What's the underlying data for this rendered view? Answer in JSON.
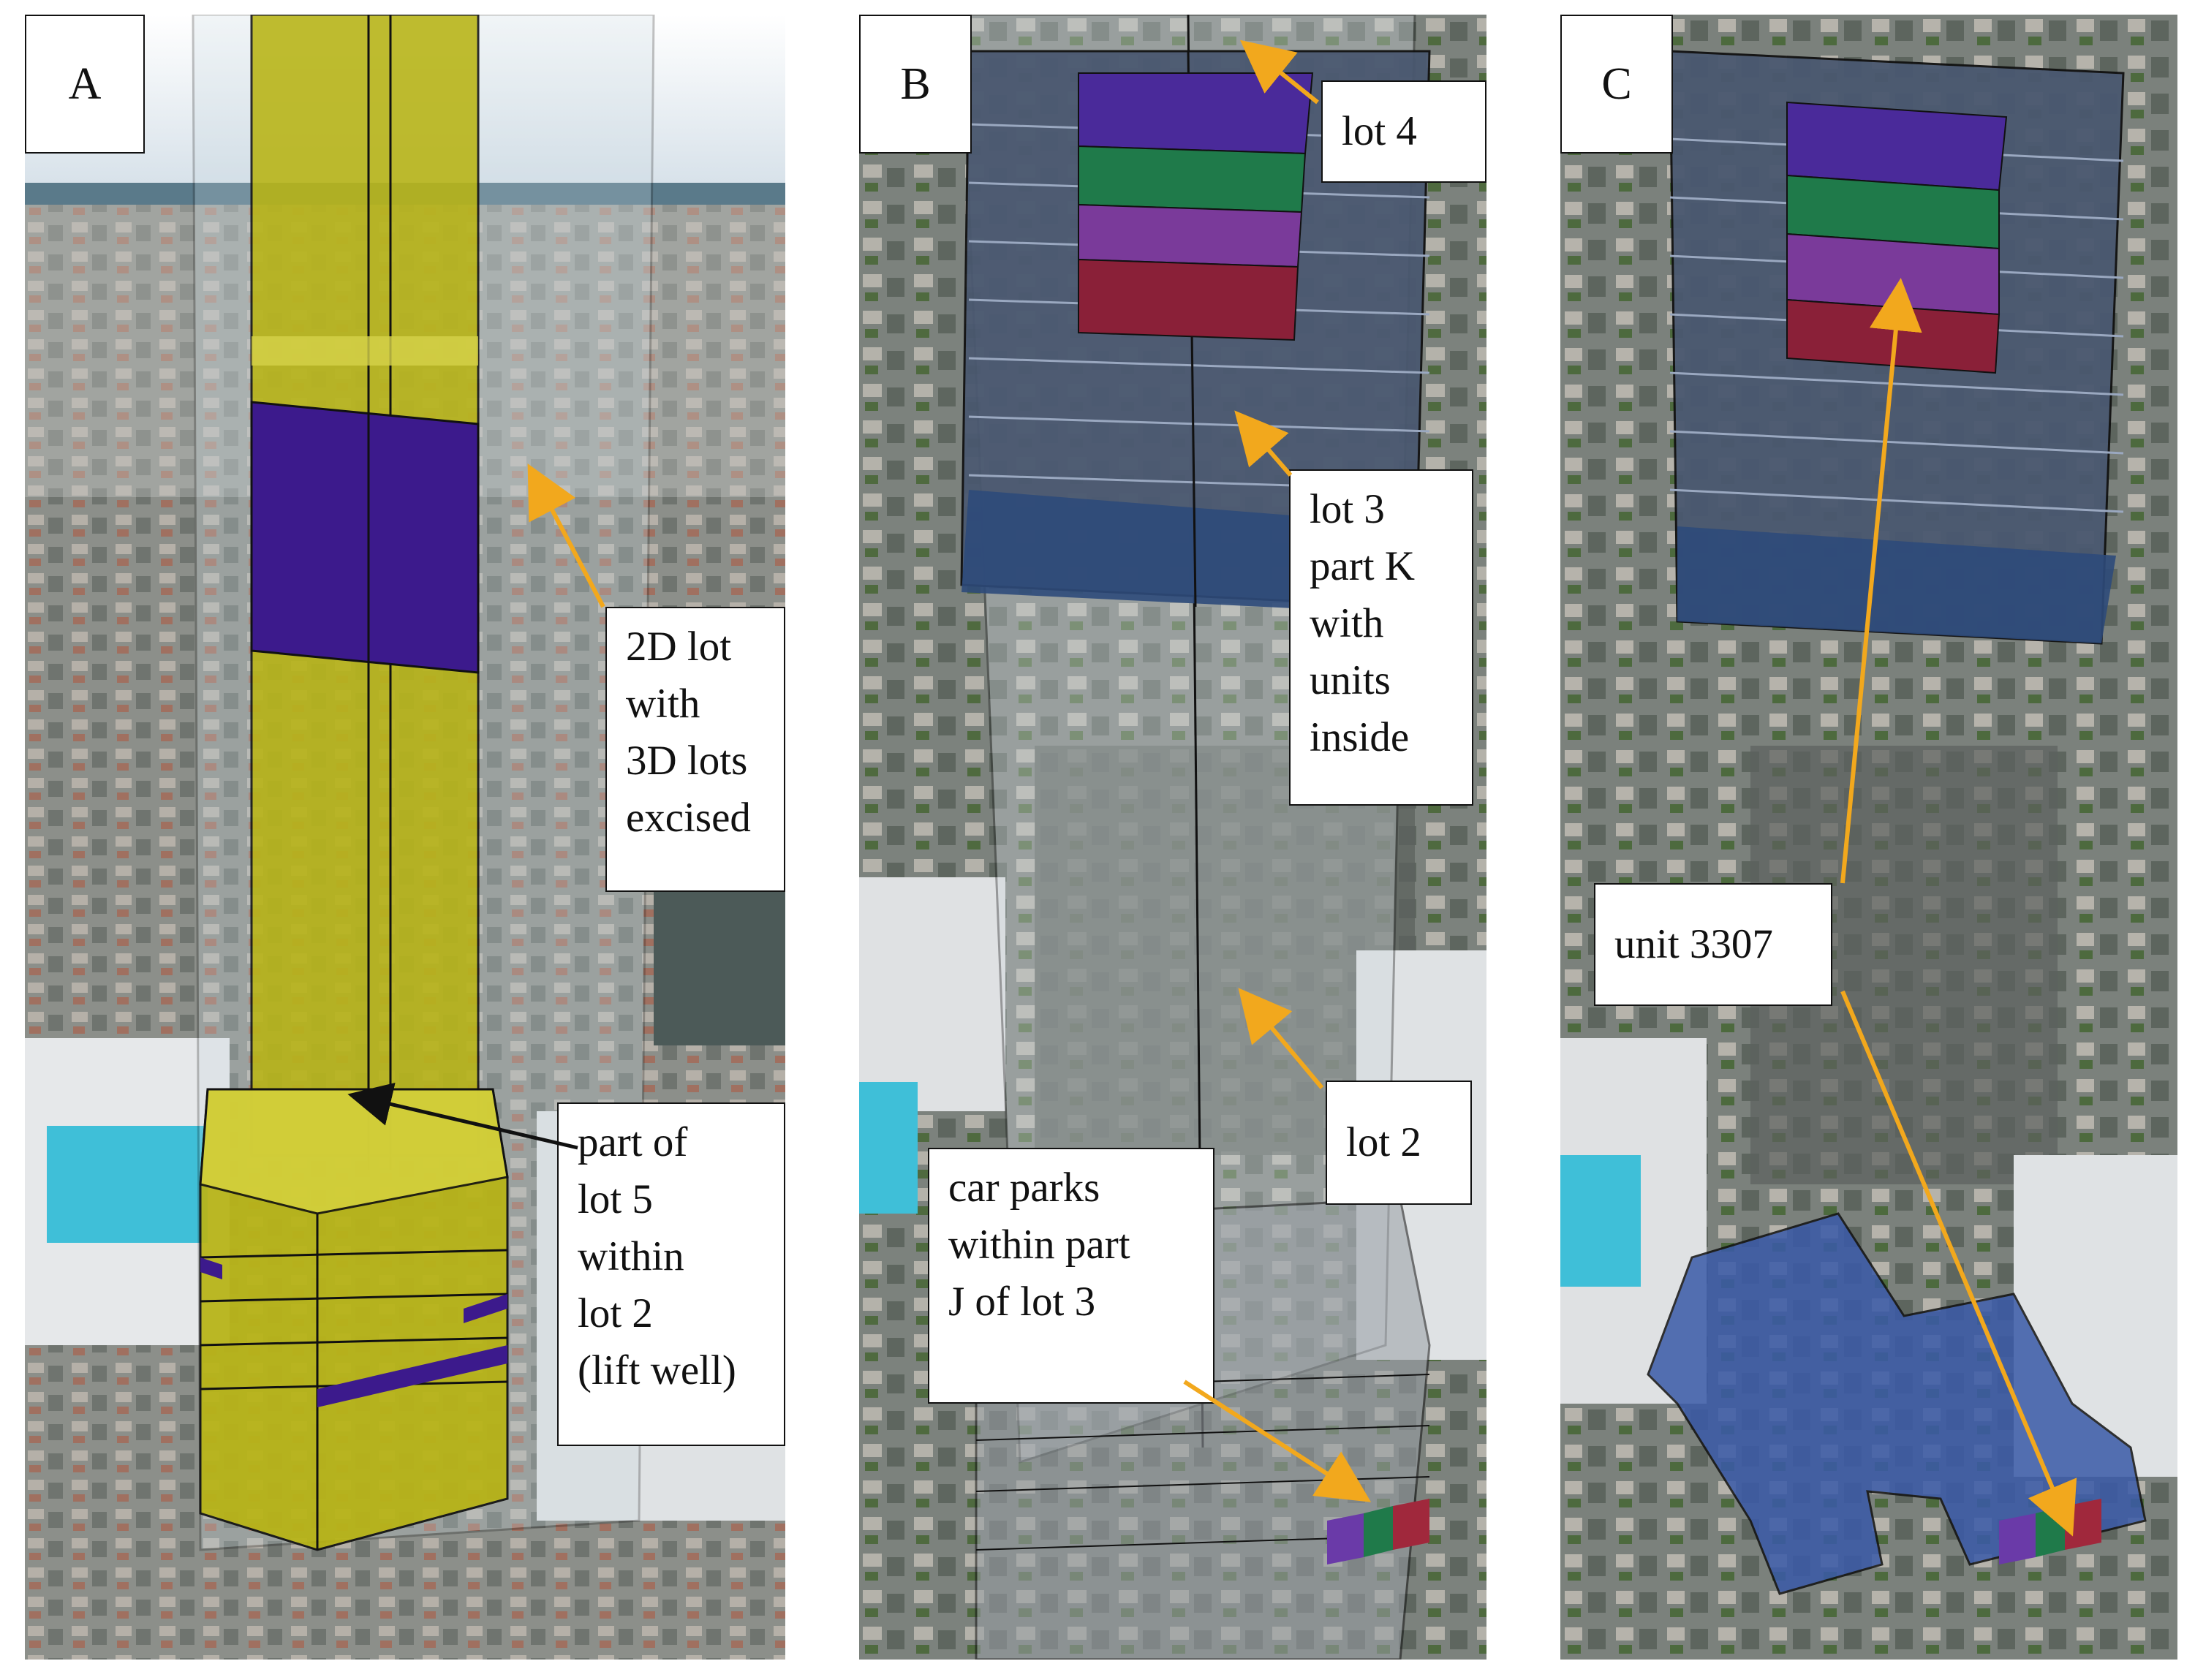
{
  "panels": {
    "a": {
      "label": "A",
      "callouts": {
        "lot_2d": [
          "2D lot",
          "with",
          "3D lots",
          "excised"
        ],
        "lift_well": [
          "part of",
          "lot 5",
          "within",
          "lot 2",
          "(lift well)"
        ]
      }
    },
    "b": {
      "label": "B",
      "callouts": {
        "lot4": [
          "lot 4"
        ],
        "lot3k": [
          "lot 3",
          "part K",
          "with",
          "units",
          "inside"
        ],
        "lot2": [
          "lot 2"
        ],
        "carparks": [
          "car parks",
          "within part",
          "J of lot 3"
        ]
      }
    },
    "c": {
      "label": "C",
      "callouts": {
        "unit": [
          "unit 3307"
        ]
      }
    }
  },
  "colors": {
    "yellow_volume": "#b8b414",
    "purple_lot": "#3c1a8c",
    "blue_building": "#3a5aa8",
    "unit_purple": "#4a2a9a",
    "unit_green": "#1f7a4a",
    "unit_violet": "#7a3a9a",
    "unit_red": "#8a2038",
    "arrow_orange": "#f2a81d",
    "arrow_black": "#111111"
  }
}
